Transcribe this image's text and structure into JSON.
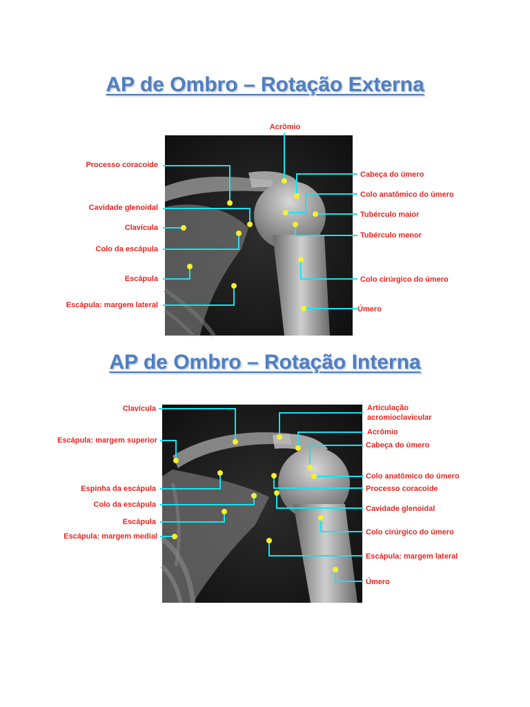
{
  "colors": {
    "title": "#4f7fc0",
    "label": "#e8231f",
    "leader": "#18e3ef",
    "dot": "#f7f02a",
    "xray_bg": "#0d0d0d"
  },
  "figures": [
    {
      "title": "AP de Ombro – Rotação Externa",
      "labels": [
        "Acrômio",
        "Processo coracoide",
        "Cavidade glenoidal",
        "Clavícula",
        "Colo da escápula",
        "Escápula",
        "Escápula: margem lateral",
        "Cabeça do úmero",
        "Colo anatômico do úmero",
        "Tubérculo maior",
        "Tubérculo menor",
        "Colo cirúrgico do úmero",
        "Úmero"
      ]
    },
    {
      "title": "AP de Ombro – Rotação Interna",
      "labels": [
        "Clavícula",
        "Escápula: margem superior",
        "Espinha da escápula",
        "Colo da escápula",
        "Escápula",
        "Escápula: margem medial",
        "Articulação",
        "acromioclavicular",
        "Acrômio",
        "Cabeça do úmero",
        "Colo anatômico do úmero",
        "Processo coracoide",
        "Cavidade glenoidal",
        "Colo cirúrgico do úmero",
        "Escápula: margem lateral",
        "Úmero"
      ]
    }
  ]
}
